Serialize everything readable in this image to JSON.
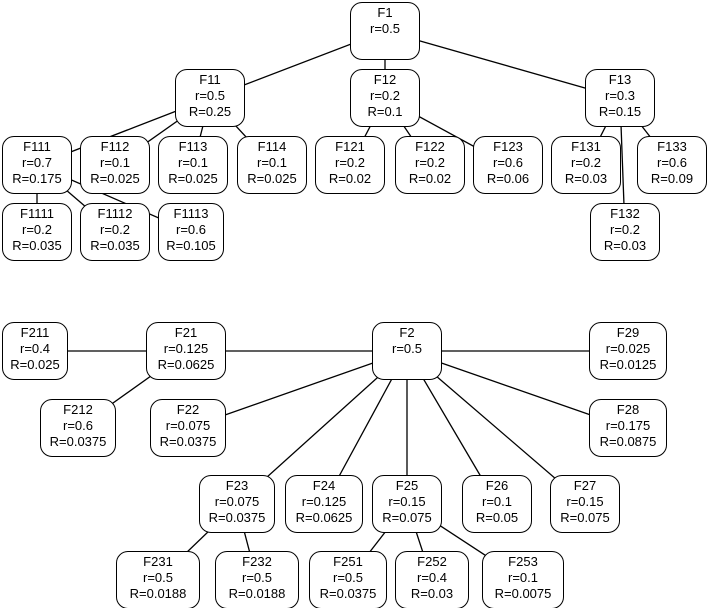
{
  "nodes": [
    {
      "id": "F1",
      "name": "F1",
      "r": "r=0.5",
      "R": "",
      "parent": null
    },
    {
      "id": "F11",
      "name": "F11",
      "r": "r=0.5",
      "R": "R=0.25",
      "parent": "F1"
    },
    {
      "id": "F12",
      "name": "F12",
      "r": "r=0.2",
      "R": "R=0.1",
      "parent": "F1"
    },
    {
      "id": "F13",
      "name": "F13",
      "r": "r=0.3",
      "R": "R=0.15",
      "parent": "F1"
    },
    {
      "id": "F111",
      "name": "F111",
      "r": "r=0.7",
      "R": "R=0.175",
      "parent": "F11"
    },
    {
      "id": "F112",
      "name": "F112",
      "r": "r=0.1",
      "R": "R=0.025",
      "parent": "F11"
    },
    {
      "id": "F113",
      "name": "F113",
      "r": "r=0.1",
      "R": "R=0.025",
      "parent": "F11"
    },
    {
      "id": "F114",
      "name": "F114",
      "r": "r=0.1",
      "R": "R=0.025",
      "parent": "F11"
    },
    {
      "id": "F121",
      "name": "F121",
      "r": "r=0.2",
      "R": "R=0.02",
      "parent": "F12"
    },
    {
      "id": "F122",
      "name": "F122",
      "r": "r=0.2",
      "R": "R=0.02",
      "parent": "F12"
    },
    {
      "id": "F123",
      "name": "F123",
      "r": "r=0.6",
      "R": "R=0.06",
      "parent": "F12"
    },
    {
      "id": "F131",
      "name": "F131",
      "r": "r=0.2",
      "R": "R=0.03",
      "parent": "F13"
    },
    {
      "id": "F132",
      "name": "F132",
      "r": "r=0.2",
      "R": "R=0.03",
      "parent": "F13"
    },
    {
      "id": "F133",
      "name": "F133",
      "r": "r=0.6",
      "R": "R=0.09",
      "parent": "F13"
    },
    {
      "id": "F1111",
      "name": "F1111",
      "r": "r=0.2",
      "R": "R=0.035",
      "parent": "F111"
    },
    {
      "id": "F1112",
      "name": "F1112",
      "r": "r=0.2",
      "R": "R=0.035",
      "parent": "F111"
    },
    {
      "id": "F1113",
      "name": "F1113",
      "r": "r=0.6",
      "R": "R=0.105",
      "parent": "F111"
    },
    {
      "id": "F2",
      "name": "F2",
      "r": "r=0.5",
      "R": "",
      "parent": null
    },
    {
      "id": "F21",
      "name": "F21",
      "r": "r=0.125",
      "R": "R=0.0625",
      "parent": "F2"
    },
    {
      "id": "F22",
      "name": "F22",
      "r": "r=0.075",
      "R": "R=0.0375",
      "parent": "F2"
    },
    {
      "id": "F23",
      "name": "F23",
      "r": "r=0.075",
      "R": "R=0.0375",
      "parent": "F2"
    },
    {
      "id": "F24",
      "name": "F24",
      "r": "r=0.125",
      "R": "R=0.0625",
      "parent": "F2"
    },
    {
      "id": "F25",
      "name": "F25",
      "r": "r=0.15",
      "R": "R=0.075",
      "parent": "F2"
    },
    {
      "id": "F26",
      "name": "F26",
      "r": "r=0.1",
      "R": "R=0.05",
      "parent": "F2"
    },
    {
      "id": "F27",
      "name": "F27",
      "r": "r=0.15",
      "R": "R=0.075",
      "parent": "F2"
    },
    {
      "id": "F28",
      "name": "F28",
      "r": "r=0.175",
      "R": "R=0.0875",
      "parent": "F2"
    },
    {
      "id": "F29",
      "name": "F29",
      "r": "r=0.025",
      "R": "R=0.0125",
      "parent": "F2"
    },
    {
      "id": "F211",
      "name": "F211",
      "r": "r=0.4",
      "R": "R=0.025",
      "parent": "F21"
    },
    {
      "id": "F212",
      "name": "F212",
      "r": "r=0.6",
      "R": "R=0.0375",
      "parent": "F21"
    },
    {
      "id": "F231",
      "name": "F231",
      "r": "r=0.5",
      "R": "R=0.0188",
      "parent": "F23"
    },
    {
      "id": "F232",
      "name": "F232",
      "r": "r=0.5",
      "R": "R=0.0188",
      "parent": "F23"
    },
    {
      "id": "F251",
      "name": "F251",
      "r": "r=0.5",
      "R": "R=0.0375",
      "parent": "F25"
    },
    {
      "id": "F252",
      "name": "F252",
      "r": "r=0.4",
      "R": "R=0.03",
      "parent": "F25"
    },
    {
      "id": "F253",
      "name": "F253",
      "r": "r=0.1",
      "R": "R=0.0075",
      "parent": "F25"
    }
  ]
}
